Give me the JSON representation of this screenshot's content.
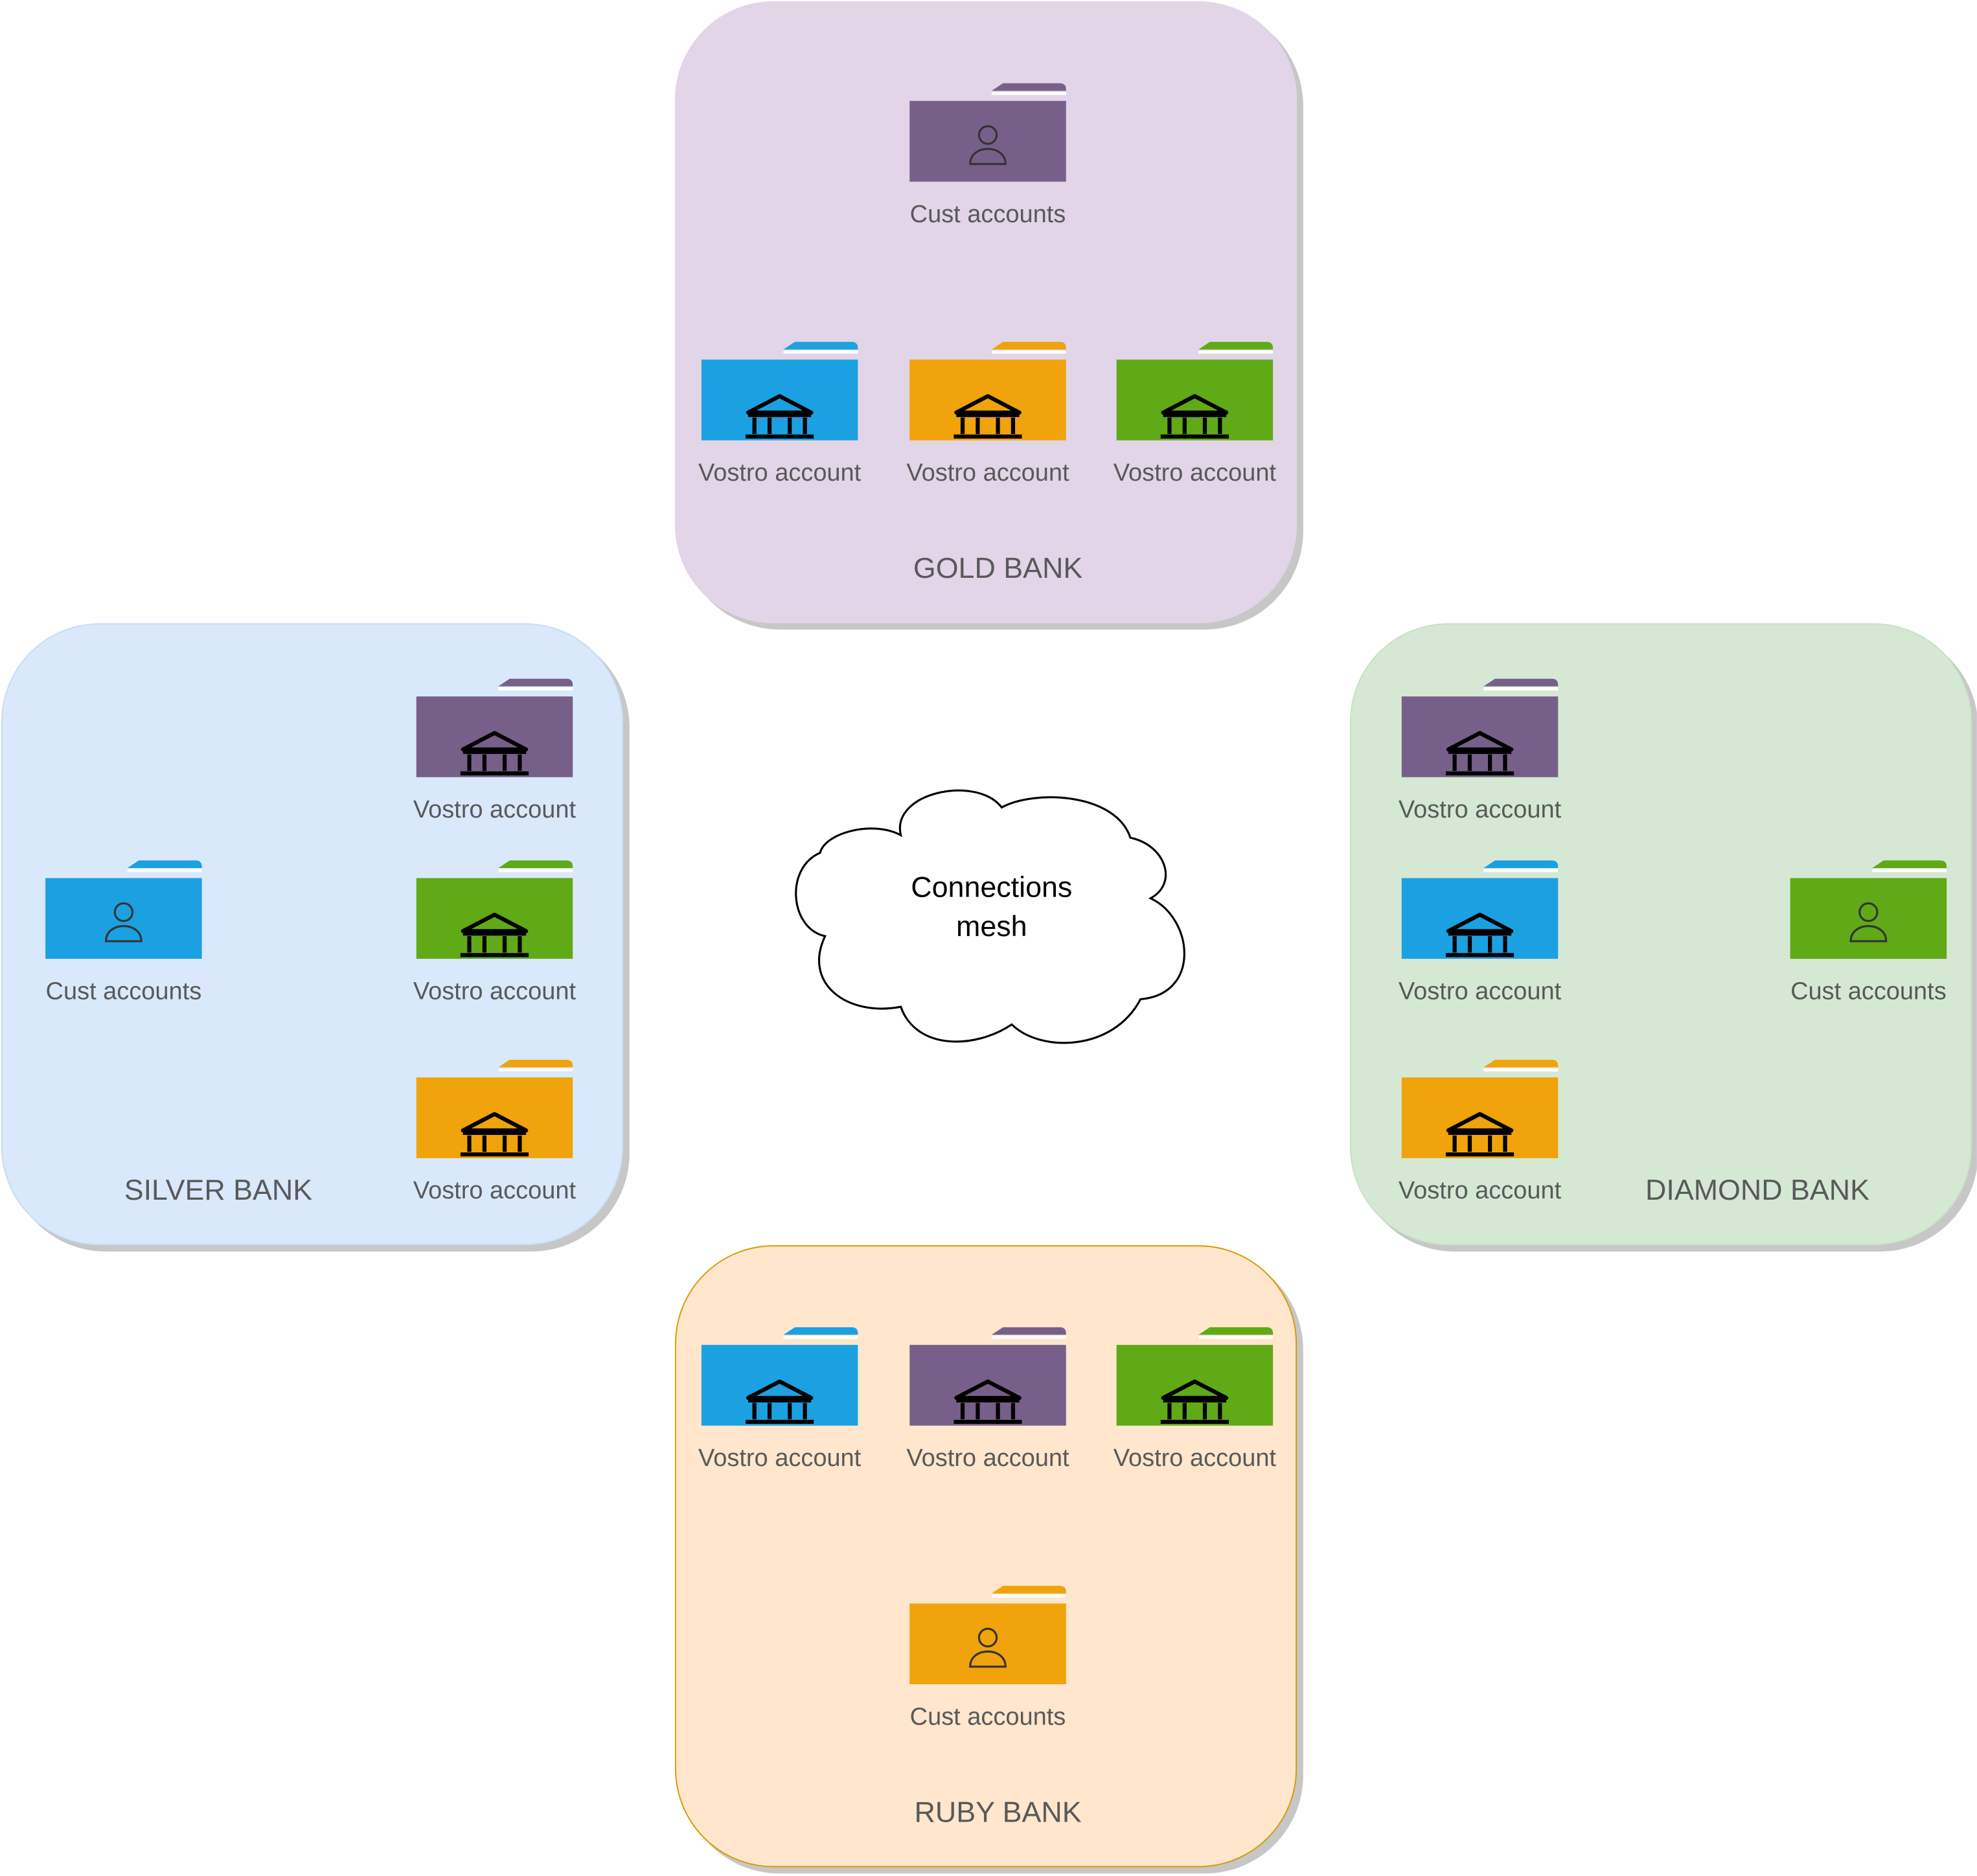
{
  "colors": {
    "blue": "#1ba1e2",
    "purple": "#76608a",
    "orange": "#f0a30a",
    "green": "#60a917"
  },
  "center": {
    "line1": "Connections",
    "line2": "mesh"
  },
  "banks": {
    "gold": {
      "name": "GOLD BANK",
      "fill": "#e1d5e7",
      "stroke": "#e1d5e7",
      "items": [
        {
          "label": "Cust accounts",
          "color": "purple",
          "icon": "person-icon"
        },
        {
          "label": "Vostro account",
          "color": "blue",
          "icon": "bank-icon"
        },
        {
          "label": "Vostro account",
          "color": "orange",
          "icon": "bank-icon"
        },
        {
          "label": "Vostro account",
          "color": "green",
          "icon": "bank-icon"
        }
      ]
    },
    "silver": {
      "name": "SILVER BANK",
      "fill": "#dae8fc",
      "stroke": "#c7dcf5",
      "items": [
        {
          "label": "Vostro account",
          "color": "purple",
          "icon": "bank-icon"
        },
        {
          "label": "Cust accounts",
          "color": "blue",
          "icon": "person-icon"
        },
        {
          "label": "Vostro account",
          "color": "green",
          "icon": "bank-icon"
        },
        {
          "label": "Vostro account",
          "color": "orange",
          "icon": "bank-icon"
        }
      ]
    },
    "diamond": {
      "name": "DIAMOND BANK",
      "fill": "#d5e8d4",
      "stroke": "#c8e0c6",
      "items": [
        {
          "label": "Vostro account",
          "color": "purple",
          "icon": "bank-icon"
        },
        {
          "label": "Vostro account",
          "color": "blue",
          "icon": "bank-icon"
        },
        {
          "label": "Cust accounts",
          "color": "green",
          "icon": "person-icon"
        },
        {
          "label": "Vostro account",
          "color": "orange",
          "icon": "bank-icon"
        }
      ]
    },
    "ruby": {
      "name": "RUBY BANK",
      "fill": "#ffe6cc",
      "stroke": "#d79b00",
      "items": [
        {
          "label": "Vostro account",
          "color": "blue",
          "icon": "bank-icon"
        },
        {
          "label": "Vostro account",
          "color": "purple",
          "icon": "bank-icon"
        },
        {
          "label": "Vostro account",
          "color": "green",
          "icon": "bank-icon"
        },
        {
          "label": "Cust accounts",
          "color": "orange",
          "icon": "person-icon"
        }
      ]
    }
  }
}
